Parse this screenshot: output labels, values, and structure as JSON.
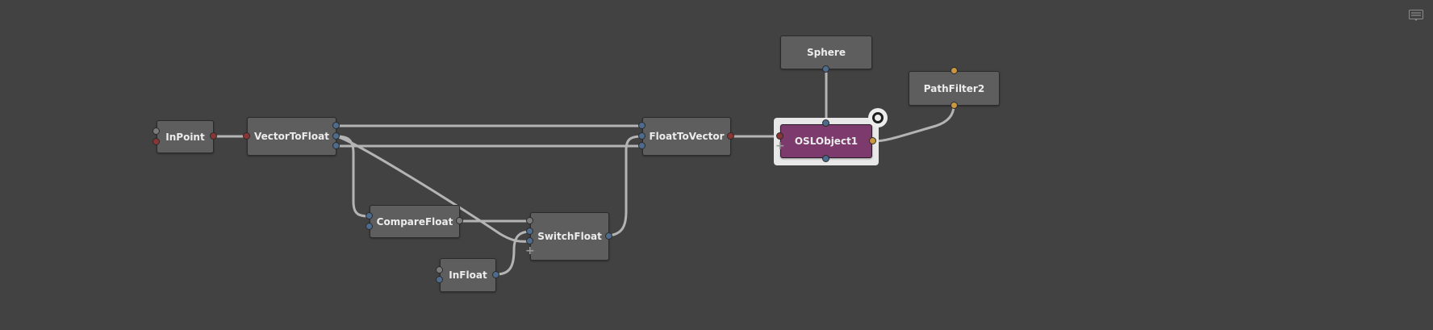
{
  "nodes": {
    "inpoint": "InPoint",
    "vectortofloat": "VectorToFloat",
    "comparefloat": "CompareFloat",
    "infloat": "InFloat",
    "switchfloat": "SwitchFloat",
    "floattovector": "FloatToVector",
    "sphere": "Sphere",
    "oslobject": "OSLObject1",
    "pathfilter": "PathFilter2"
  },
  "icons": {
    "menu": "menu-icon",
    "focus": "focus-node-icon",
    "add_plug": "plus-icon"
  },
  "colors": {
    "background": "#424242",
    "node": "#5e5e5e",
    "selected_node": "#7c3a6d",
    "plug_vector": "#4d6b8c",
    "plug_point": "#8a3535",
    "plug_filter": "#c8973f",
    "connection": "#b4b4b4"
  }
}
